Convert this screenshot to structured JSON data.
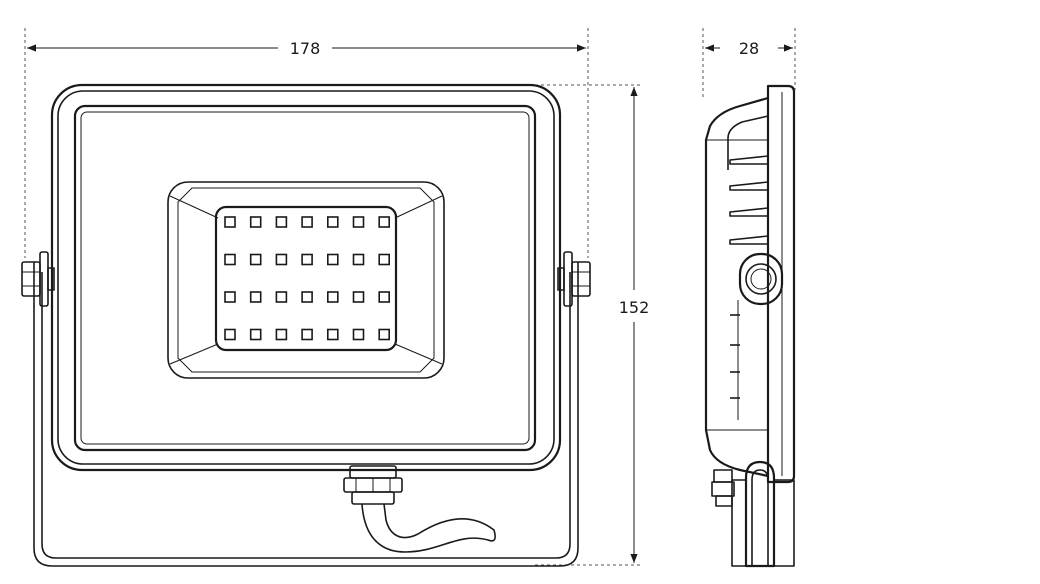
{
  "dimensions": {
    "width": "178",
    "depth": "28",
    "height": "152"
  },
  "led_grid": {
    "rows": 4,
    "cols": 7
  }
}
